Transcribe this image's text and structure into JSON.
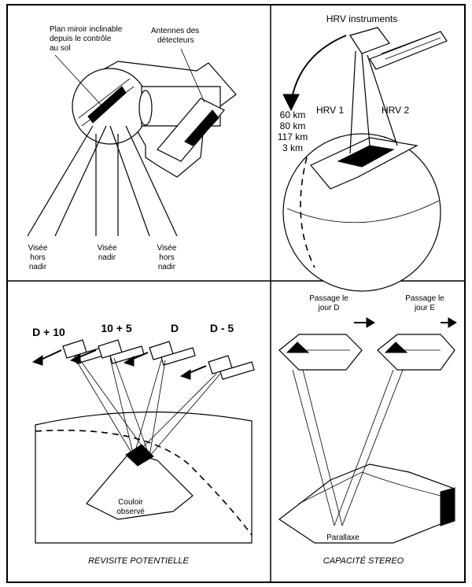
{
  "panel_tl": {
    "mirror_label": [
      "Plan miroir inclinable",
      "depuis le contrôle",
      "au sol"
    ],
    "detector_label": [
      "Antennes des",
      "détecteurs"
    ],
    "view_left": [
      "Visée",
      "hors",
      "nadir"
    ],
    "view_center": [
      "Visée",
      "nadir"
    ],
    "view_right": [
      "Visée",
      "hors",
      "nadir"
    ]
  },
  "panel_tr": {
    "title": "HRV instruments",
    "swath": [
      "60 km",
      "80 km",
      "117 km",
      "3 km"
    ],
    "hrv1": "HRV 1",
    "hrv2": "HRV 2"
  },
  "panel_bl": {
    "passes": [
      "D + 10",
      "10 + 5",
      "D",
      "D - 5"
    ],
    "corridor": [
      "Couloir",
      "observé"
    ],
    "caption": "REVISITE POTENTIELLE"
  },
  "panel_br": {
    "pass_d": [
      "Passage le",
      "jour D"
    ],
    "pass_e": [
      "Passage le",
      "jour E"
    ],
    "parallax": "Parallaxe",
    "caption": "CAPACITÉ STEREO"
  }
}
